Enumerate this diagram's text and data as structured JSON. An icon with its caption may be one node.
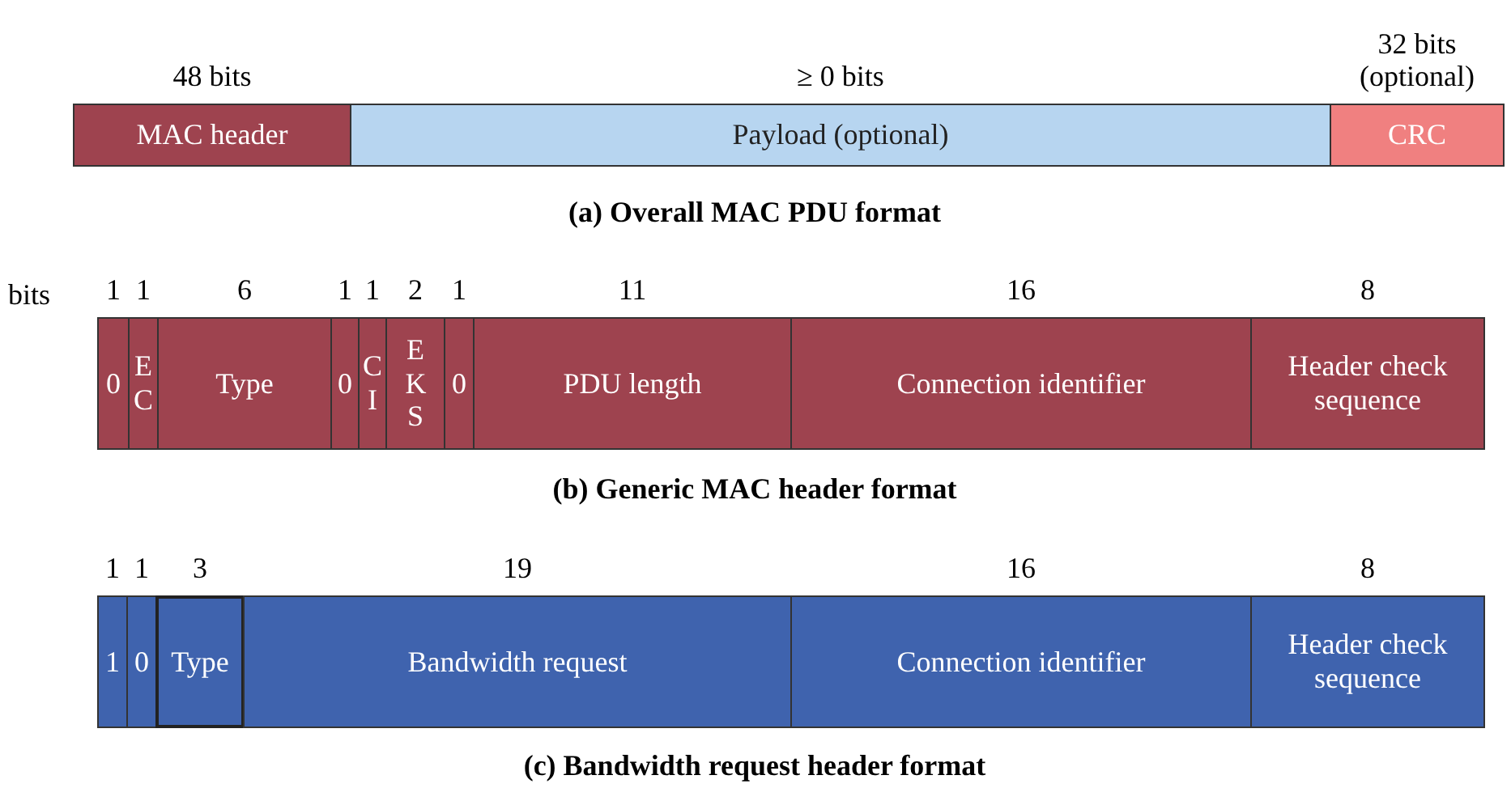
{
  "diagram": {
    "nodes": [
      {
        "text": [
          "MAC header"
        ],
        "beside": [
          "48 bits"
        ]
      },
      {
        "text": [
          "Payload (optional)"
        ],
        "beside": [
          "≥ 0 bits"
        ]
      },
      {
        "text": [
          "CRC"
        ],
        "beside": [
          "32 bits (optional)"
        ]
      },
      {
        "text": [
          "0"
        ],
        "beside": [
          "1"
        ]
      },
      {
        "text": [
          "EC"
        ],
        "beside": [
          "1"
        ]
      },
      {
        "text": [
          "Type"
        ],
        "beside": [
          "6"
        ]
      },
      {
        "text": [
          "0"
        ],
        "beside": [
          "1"
        ]
      },
      {
        "text": [
          "CI"
        ],
        "beside": [
          "1"
        ]
      },
      {
        "text": [
          "EKS"
        ],
        "beside": [
          "2"
        ]
      },
      {
        "text": [
          "0"
        ],
        "beside": [
          "1"
        ]
      },
      {
        "text": [
          "PDU length"
        ],
        "beside": [
          "11"
        ]
      },
      {
        "text": [
          "Connection identifier"
        ],
        "beside": [
          "16"
        ]
      },
      {
        "text": [
          "Header check sequence"
        ],
        "beside": [
          "8"
        ]
      },
      {
        "text": [
          "1"
        ],
        "beside": [
          "1"
        ]
      },
      {
        "text": [
          "0"
        ],
        "beside": [
          "1"
        ]
      },
      {
        "text": [
          "Type"
        ],
        "beside": [
          "3"
        ]
      },
      {
        "text": [
          "Bandwidth request"
        ],
        "beside": [
          "19"
        ]
      },
      {
        "text": [
          "Connection identifier"
        ],
        "beside": [
          "16"
        ]
      },
      {
        "text": [
          "Header check sequence"
        ],
        "beside": [
          "8"
        ]
      }
    ],
    "labels": [
      "bits",
      "(a) Overall MAC PDU format",
      "(b) Generic MAC header format",
      "(c) Bandwidth request header format"
    ]
  }
}
